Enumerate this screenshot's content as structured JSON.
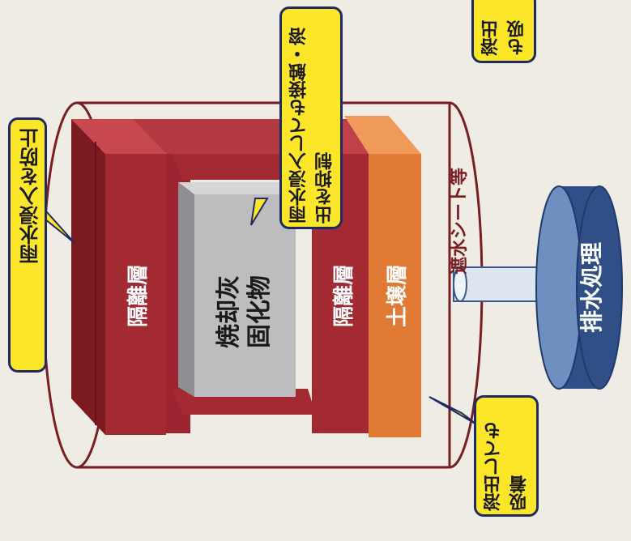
{
  "labels": {
    "ash": "焼却灰固化物",
    "isolation_top": "隔離層",
    "isolation_bottom": "隔離層",
    "soil": "土壌層",
    "sheet": "遮水シート等",
    "drain": "排水処理"
  },
  "callouts": {
    "rain_prevent": "雨水浸入を防止",
    "contact_suppress": "雨水浸入しても接触・溶出を抑制",
    "adsorb_bottom": "溶出しても吸着",
    "adsorb_top_partial": "溶出も吸"
  },
  "colors": {
    "isolation": "#a32a33",
    "soil": "#e07a35",
    "ash": "#bdbdc0",
    "drain": "#3a5890",
    "callout": "#fce62a",
    "outline": "#1f2a60"
  }
}
